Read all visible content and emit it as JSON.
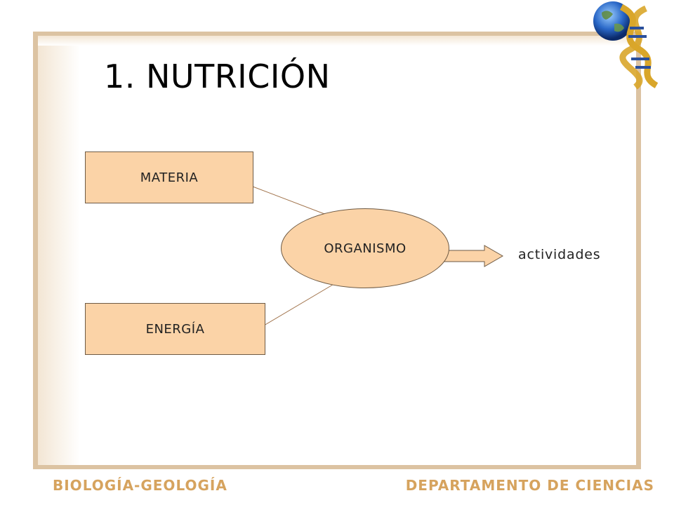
{
  "slide": {
    "title": "1. NUTRICIÓN",
    "accent_color": "#dcc3a2",
    "footer_color": "#d6a35e"
  },
  "diagram": {
    "inputs": [
      {
        "label": "MATERIA"
      },
      {
        "label": "ENERGÍA"
      }
    ],
    "center": {
      "label": "ORGANISMO"
    },
    "output": {
      "label": "actividades"
    }
  },
  "footer": {
    "left": "BIOLOGÍA-GEOLOGÍA",
    "right": "DEPARTAMENTO DE CIENCIAS"
  },
  "logo": {
    "icon": "globe-dna-icon"
  }
}
